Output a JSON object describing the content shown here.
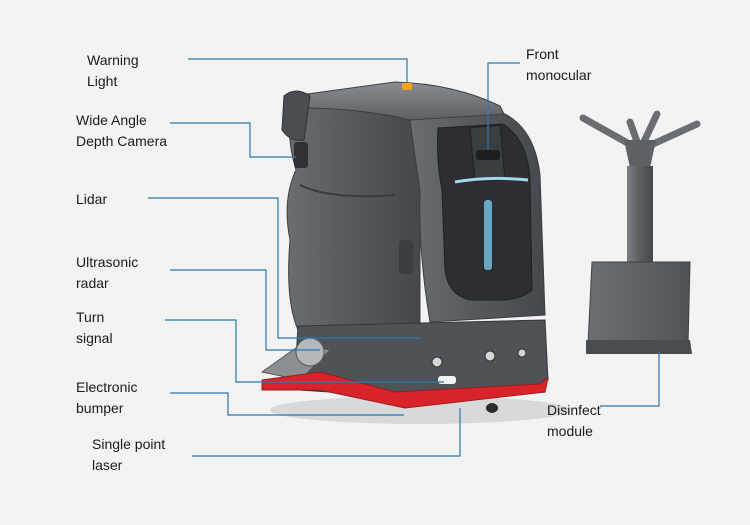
{
  "labels": {
    "warning_light": "Warning\nLight",
    "depth_camera": "Wide Angle\nDepth Camera",
    "lidar": "Lidar",
    "ultrasonic_radar": "Ultrasonic\nradar",
    "turn_signal": "Turn\nsignal",
    "electronic_bumper": "Electronic\nbumper",
    "single_point_laser": "Single point\nlaser",
    "front_monocular": "Front\nmonocular",
    "disinfect_module": "Disinfect\nmodule"
  },
  "colors": {
    "leader_line": "#2a78b0",
    "robot_body": "#5b5e62",
    "bumper_red": "#d8232a",
    "warning_light": "#f4a21b"
  }
}
